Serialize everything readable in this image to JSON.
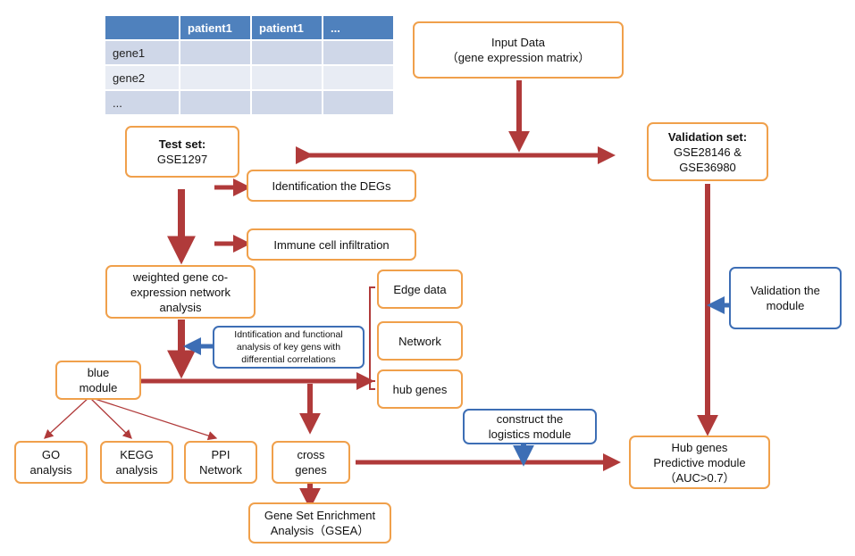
{
  "table": {
    "header": [
      "",
      "patient1",
      "patient1",
      "..."
    ],
    "rows": [
      [
        "gene1",
        "",
        "",
        ""
      ],
      [
        "gene2",
        "",
        "",
        ""
      ],
      [
        "...",
        "",
        "",
        ""
      ]
    ]
  },
  "nodes": {
    "input_data": {
      "line1": "Input Data",
      "line2": "（gene expression matrix）"
    },
    "test_set": {
      "title": "Test set:",
      "line2": "GSE1297"
    },
    "validation_set": {
      "title": "Validation set:",
      "line2": "GSE28146 &",
      "line3": "GSE36980"
    },
    "deg": {
      "label": "Identification the DEGs"
    },
    "immune": {
      "label": "Immune cell infiltration"
    },
    "wgcna": {
      "line1": "weighted gene co-",
      "line2": "expression network",
      "line3": "analysis"
    },
    "key_genes_note": {
      "line1": "Idntification and functional",
      "line2": "analysis of key gens with",
      "line3": "differential correlations"
    },
    "edge_data": {
      "label": "Edge data"
    },
    "network": {
      "label": "Network"
    },
    "hub_genes": {
      "label": "hub genes"
    },
    "validation_module": {
      "line1": "Validation the",
      "line2": "module"
    },
    "blue_module": {
      "line1": "blue",
      "line2": "module"
    },
    "go": {
      "line1": "GO",
      "line2": "analysis"
    },
    "kegg": {
      "line1": "KEGG",
      "line2": "analysis"
    },
    "ppi": {
      "line1": "PPI",
      "line2": "Network"
    },
    "cross_genes": {
      "line1": "cross",
      "line2": "genes"
    },
    "logistics": {
      "line1": "construct the",
      "line2": "logistics module"
    },
    "hub_predictive": {
      "line1": "Hub genes",
      "line2": "Predictive module",
      "line3": "（AUC>0.7）"
    },
    "gsea": {
      "line1": "Gene Set Enrichment",
      "line2": "Analysis（GSEA）"
    }
  },
  "colors": {
    "box_border_orange": "#f0a04b",
    "box_border_blue": "#3d6eb5",
    "arrow_red": "#b03a3a",
    "arrow_blue": "#3d6eb5",
    "table_header": "#4f81bd",
    "table_cell": "#cfd7e8"
  }
}
